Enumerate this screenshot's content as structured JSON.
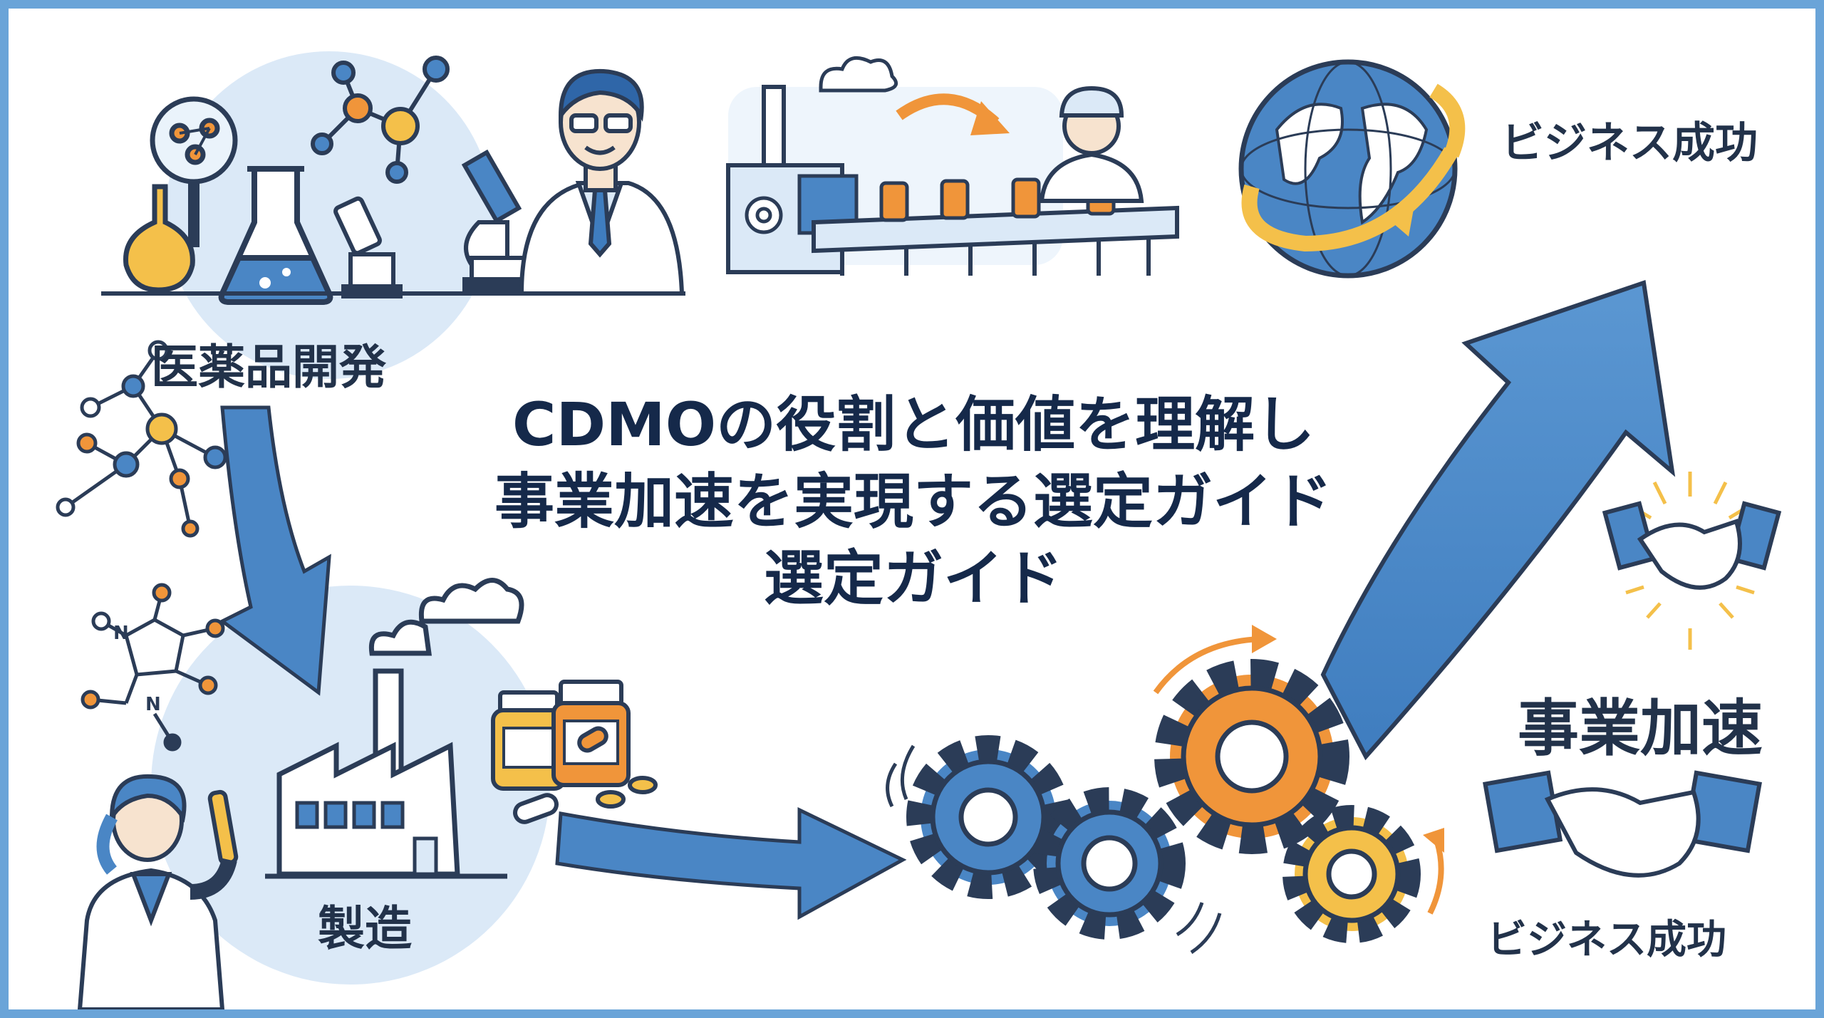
{
  "labels": {
    "drug_development": "医薬品開発",
    "manufacturing": "製造",
    "business_success_top": "ビジネス成功",
    "business_acceleration": "事業加速",
    "business_success_bottom": "ビジネス成功"
  },
  "title": {
    "line1": "CDMOの役割と価値を理解し",
    "line2": "事業加速を実現する選定ガイド",
    "line3": "選定ガイド"
  },
  "colors": {
    "frame": "#6aa4d8",
    "blue": "#4a86c5",
    "light_blue": "#d7e8f7",
    "orange": "#f0953a",
    "yellow": "#f4c04a",
    "navy": "#15294a"
  }
}
